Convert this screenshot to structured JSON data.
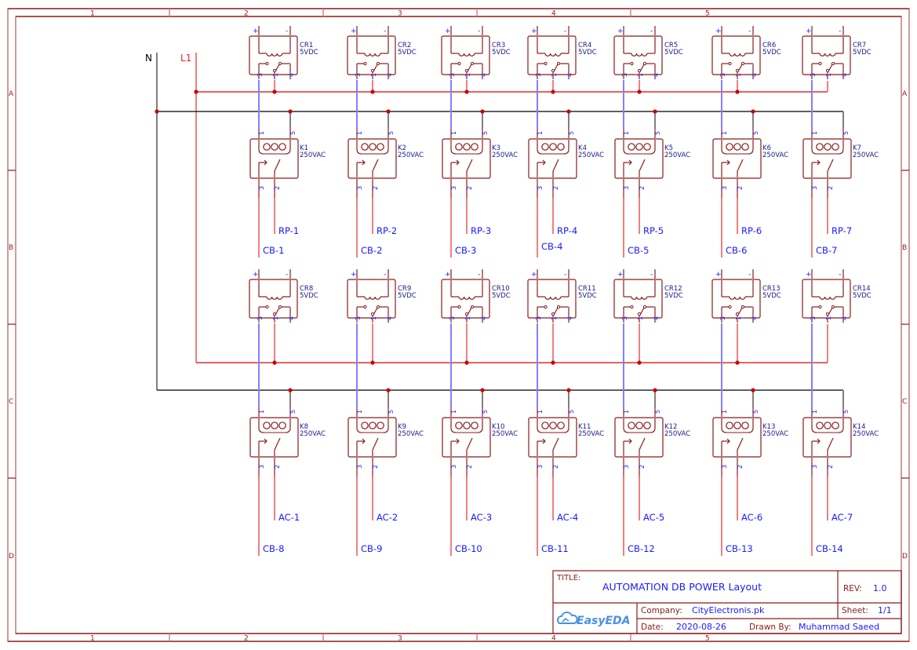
{
  "colors": {
    "frame": "#8b1a1a",
    "frame_light": "#c88080",
    "symbol": "#8b1a1a",
    "symbol_pin": "#b87878",
    "pin_text": "#1a1aff",
    "net_label": "#1a1aff",
    "wire_red": "#e00000",
    "wire_pink": "#f08080",
    "wire_blue": "#8080ff",
    "wire_black": "#000000",
    "wire_gray": "#808080",
    "junction": "#cc0000",
    "l1_label": "#ff2020",
    "n_label": "#000000",
    "title_text": "#1a1aff",
    "tb_label": "#8b1a1a",
    "logo": "#4a90e2"
  },
  "frame": {
    "col_labels": [
      "1",
      "2",
      "3",
      "4",
      "5"
    ],
    "row_labels": [
      "A",
      "B",
      "C",
      "D"
    ]
  },
  "power_rails": {
    "neutral_label": "N",
    "line_label": "L1"
  },
  "control_relays_row1": [
    {
      "ref": "CR1",
      "value": "5VDC"
    },
    {
      "ref": "CR2",
      "value": "5VDC"
    },
    {
      "ref": "CR3",
      "value": "5VDC"
    },
    {
      "ref": "CR4",
      "value": "5VDC"
    },
    {
      "ref": "CR5",
      "value": "5VDC"
    },
    {
      "ref": "CR6",
      "value": "5VDC"
    },
    {
      "ref": "CR7",
      "value": "5VDC"
    }
  ],
  "contactors_row1": [
    {
      "ref": "K1",
      "value": "250VAC",
      "out": "RP-1",
      "cb": "CB-1"
    },
    {
      "ref": "K2",
      "value": "250VAC",
      "out": "RP-2",
      "cb": "CB-2"
    },
    {
      "ref": "K3",
      "value": "250VAC",
      "out": "RP-3",
      "cb": "CB-3"
    },
    {
      "ref": "K4",
      "value": "250VAC",
      "out": "RP-4",
      "cb": "CB-4"
    },
    {
      "ref": "K5",
      "value": "250VAC",
      "out": "RP-5",
      "cb": "CB-5"
    },
    {
      "ref": "K6",
      "value": "250VAC",
      "out": "RP-6",
      "cb": "CB-6"
    },
    {
      "ref": "K7",
      "value": "250VAC",
      "out": "RP-7",
      "cb": "CB-7"
    }
  ],
  "control_relays_row2": [
    {
      "ref": "CR8",
      "value": "5VDC"
    },
    {
      "ref": "CR9",
      "value": "5VDC"
    },
    {
      "ref": "CR10",
      "value": "5VDC"
    },
    {
      "ref": "CR11",
      "value": "5VDC"
    },
    {
      "ref": "CR12",
      "value": "5VDC"
    },
    {
      "ref": "CR13",
      "value": "5VDC"
    },
    {
      "ref": "CR14",
      "value": "5VDC"
    }
  ],
  "contactors_row2": [
    {
      "ref": "K8",
      "value": "250VAC",
      "out": "AC-1",
      "cb": "CB-8"
    },
    {
      "ref": "K9",
      "value": "250VAC",
      "out": "AC-2",
      "cb": "CB-9"
    },
    {
      "ref": "K10",
      "value": "250VAC",
      "out": "AC-3",
      "cb": "CB-10"
    },
    {
      "ref": "K11",
      "value": "250VAC",
      "out": "AC-4",
      "cb": "CB-11"
    },
    {
      "ref": "K12",
      "value": "250VAC",
      "out": "AC-5",
      "cb": "CB-12"
    },
    {
      "ref": "K13",
      "value": "250VAC",
      "out": "AC-6",
      "cb": "CB-13"
    },
    {
      "ref": "K14",
      "value": "250VAC",
      "out": "AC-7",
      "cb": "CB-14"
    }
  ],
  "relay_pins": {
    "cr_coil_plus": "+",
    "cr_coil_minus": "-",
    "cr_pins": [
      "3",
      "1",
      "4"
    ],
    "k_coil_pins": [
      "1",
      "5"
    ],
    "k_contact_pins": [
      "3",
      "2"
    ]
  },
  "title_block": {
    "title_label": "TITLE:",
    "title": "AUTOMATION DB POWER Layout",
    "rev_label": "REV:",
    "rev": "1.0",
    "company_label": "Company:",
    "company": "CityElectronis.pk",
    "sheet_label": "Sheet:",
    "sheet": "1/1",
    "date_label": "Date:",
    "date": "2020-08-26",
    "drawn_by_label": "Drawn By:",
    "drawn_by": "Muhammad Saeed",
    "logo_text": "EasyEDA"
  }
}
